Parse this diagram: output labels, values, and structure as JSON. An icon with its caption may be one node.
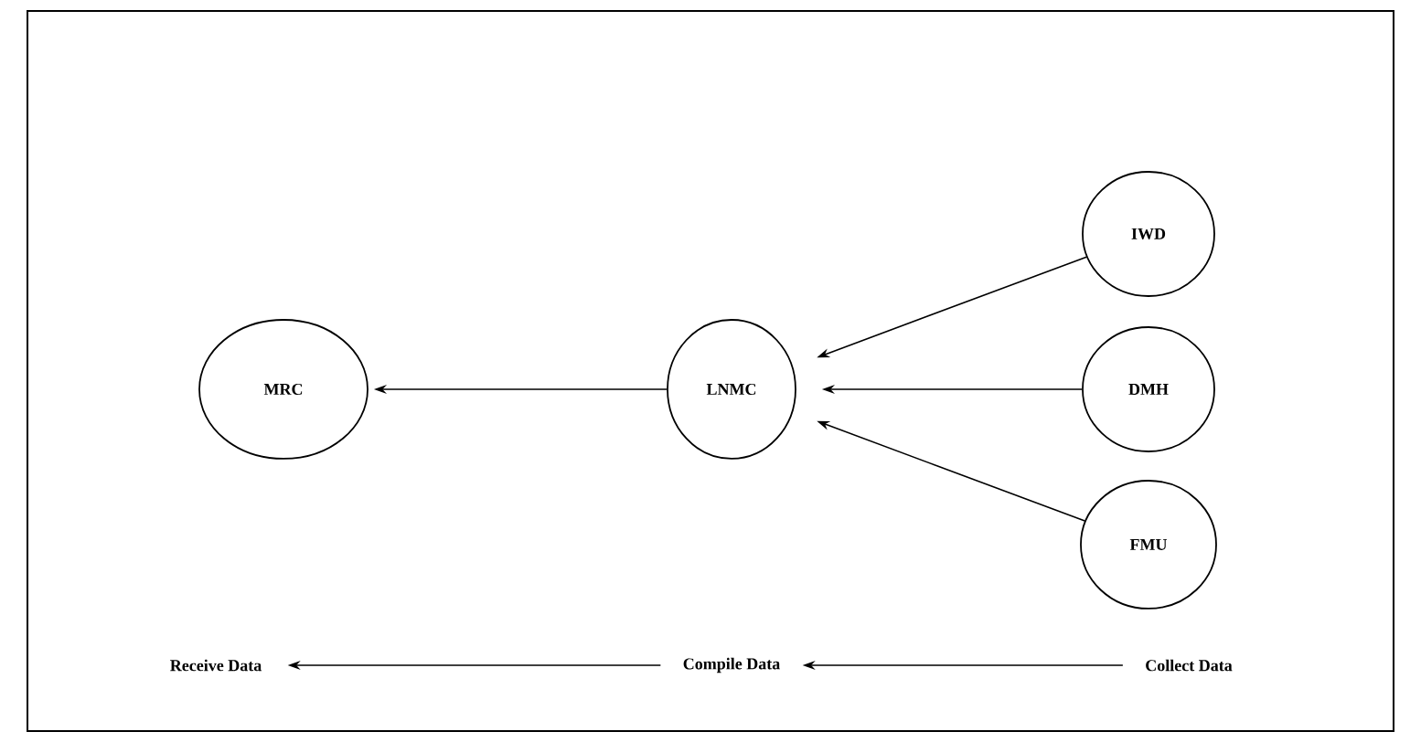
{
  "diagram": {
    "nodes": [
      {
        "text": [
          "MRC"
        ]
      },
      {
        "text": [
          "LNMC"
        ]
      },
      {
        "text": [
          "IWD"
        ]
      },
      {
        "text": [
          "DMH"
        ]
      },
      {
        "text": [
          "FMU"
        ]
      },
      {
        "text": [
          "Receive Data"
        ]
      },
      {
        "text": [
          "Compile Data"
        ]
      },
      {
        "text": [
          "Collect Data"
        ]
      }
    ],
    "edges": [
      {
        "from": 1,
        "to": 0,
        "arrow": "to"
      },
      {
        "from": 2,
        "to": 1,
        "arrow": "to"
      },
      {
        "from": 3,
        "to": 1,
        "arrow": "to"
      },
      {
        "from": 4,
        "to": 1,
        "arrow": "to"
      },
      {
        "from": 6,
        "to": 5,
        "arrow": "to"
      },
      {
        "from": 7,
        "to": 6,
        "arrow": "to"
      }
    ]
  }
}
